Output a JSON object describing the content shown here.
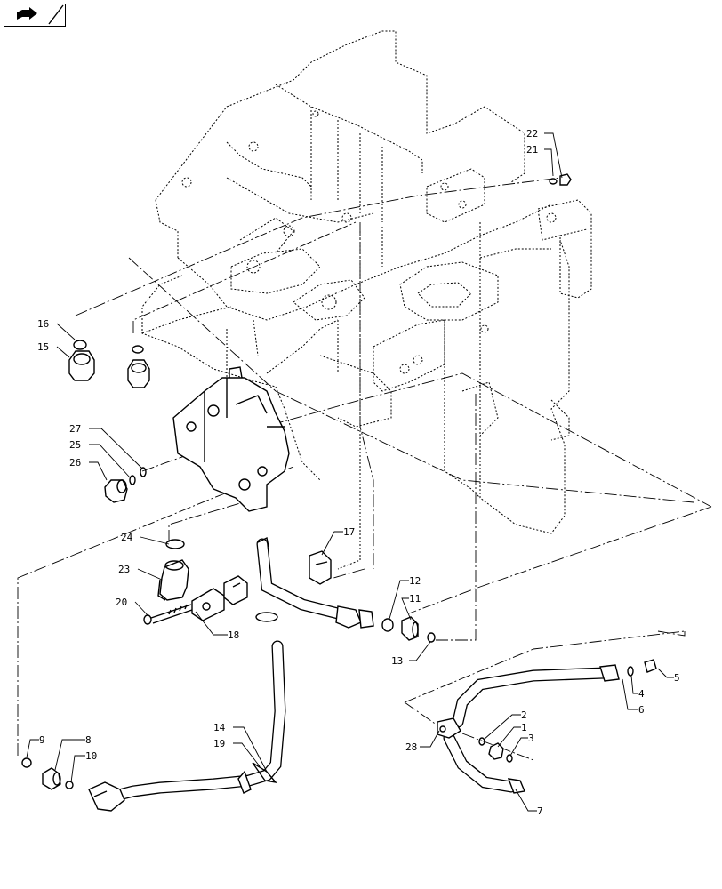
{
  "nav": {
    "icon": "arrow-back-icon"
  },
  "callouts": [
    "1",
    "2",
    "3",
    "4",
    "5",
    "6",
    "7",
    "8",
    "9",
    "10",
    "11",
    "12",
    "13",
    "14",
    "15",
    "16",
    "17",
    "18",
    "19",
    "20",
    "21",
    "22",
    "23",
    "24",
    "25",
    "26",
    "27",
    "28"
  ]
}
